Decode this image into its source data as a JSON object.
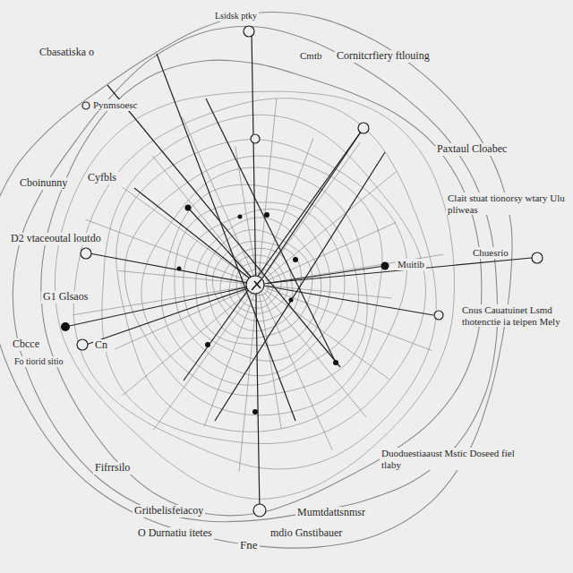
{
  "diagram": {
    "labels": [
      "Lsidsk ptky",
      "Cbasatiska o",
      "Cmtb",
      "Cornitcrfiery ftlouing",
      "Pynmsoesc",
      "Paxtaul Cloabec",
      "Cboinunny",
      "Cyfbls",
      "Clait stuat tionorsy wtary Ulu pliweas",
      "D2 vtaceoutal loutdo",
      "Chuesrio",
      "Muitib",
      "G1 Glsaos",
      "Cnus Cauatuinet Lsmd thotenctie ia teipen Mely",
      "Cbcce",
      "Cn",
      "Fo tiorid sitio",
      "Duoduestiaaust Mstic Doseed fiel tlaby",
      "Fifrrsilo",
      "Gritbelisfeiacoy",
      "Mumtdattsnmsr",
      "O Durnatiu itetes",
      "mdio Gnstibauer",
      "Fne"
    ]
  }
}
